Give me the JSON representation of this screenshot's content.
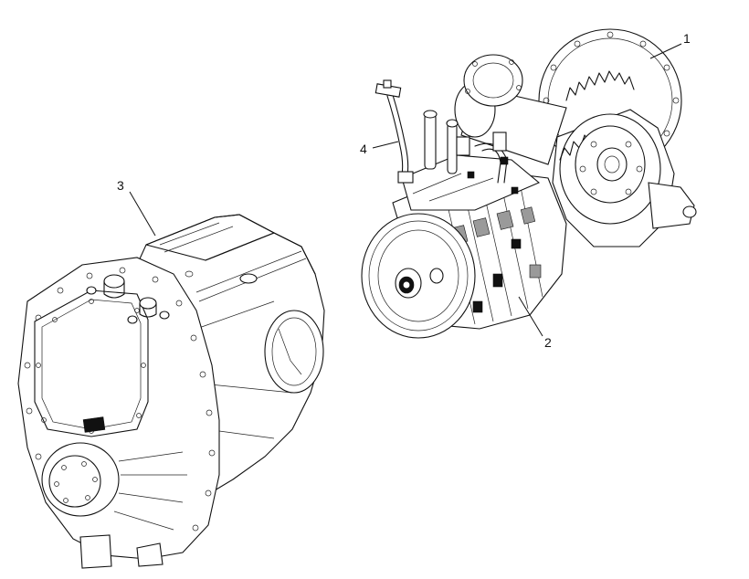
{
  "callouts": [
    {
      "id": "1",
      "label": "1"
    },
    {
      "id": "2",
      "label": "2"
    },
    {
      "id": "3",
      "label": "3"
    },
    {
      "id": "4",
      "label": "4"
    }
  ],
  "colors": {
    "line": "#111111",
    "background": "#ffffff",
    "shade": "#9a9a9a"
  }
}
